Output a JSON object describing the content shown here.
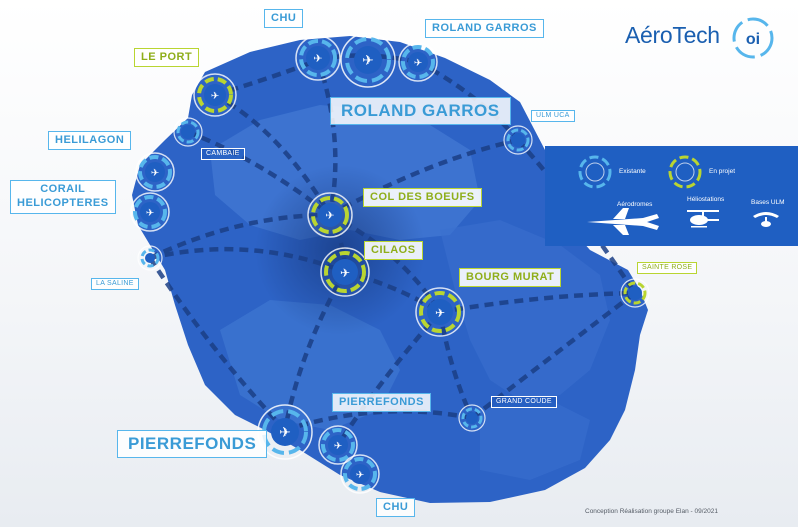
{
  "logo": {
    "text": "AéroTech",
    "mark": "oi"
  },
  "legend": {
    "existant": "Existante",
    "en_projet": "En projet",
    "aerodromes": "Aérodromes",
    "heliports": "Héliostations",
    "ulm": "Bases ULM"
  },
  "labels": {
    "chu_north": "CHU",
    "roland_garros_small": "ROLAND GARROS",
    "roland_garros_big": "ROLAND GARROS",
    "le_port": "LE PORT",
    "helilagon": "HELILAGON",
    "cambaie": "CAMBAIE",
    "corail_line1": "CORAIL",
    "corail_line2": "HELICOPTERES",
    "la_saline": "LA SALINE",
    "ulm_uca": "ULM UCA",
    "col_des_boeufs": "COL DES BOEUFS",
    "cilaos": "CILAOS",
    "bourg_murat": "BOURG MURAT",
    "sainte_rose": "SAINTE ROSE",
    "pierrefonds_small": "PIERREFONDS",
    "pierrefonds_big": "PIERREFONDS",
    "grand_coude": "GRAND COUDE",
    "chu_south": "CHU"
  },
  "credit": "Conception Réalisation groupe Elan - 09/2021",
  "colors": {
    "island": "#2d63c6",
    "island_light": "#4a82d8",
    "existing": "#57b6ec",
    "project": "#b9d531",
    "route": "#1b3f86",
    "legend_bg": "#1f5fc2"
  },
  "sites": [
    {
      "name": "CHU (nord)",
      "status": "existing",
      "kind": "heliport"
    },
    {
      "name": "Roland Garros",
      "status": "existing",
      "kind": "aerodrome"
    },
    {
      "name": "Le Port",
      "status": "project",
      "kind": "heliport"
    },
    {
      "name": "Cambaie",
      "status": "existing",
      "kind": "heliport"
    },
    {
      "name": "Helilagon",
      "status": "existing",
      "kind": "heliport"
    },
    {
      "name": "Corail Helicopteres",
      "status": "existing",
      "kind": "heliport"
    },
    {
      "name": "La Saline",
      "status": "existing",
      "kind": "ulm"
    },
    {
      "name": "ULM UCA",
      "status": "existing",
      "kind": "ulm"
    },
    {
      "name": "Col des Boeufs",
      "status": "project",
      "kind": "heliport"
    },
    {
      "name": "Cilaos",
      "status": "project",
      "kind": "heliport"
    },
    {
      "name": "Bourg Murat",
      "status": "project",
      "kind": "heliport"
    },
    {
      "name": "Sainte Rose",
      "status": "project",
      "kind": "ulm"
    },
    {
      "name": "Pierrefonds",
      "status": "existing",
      "kind": "aerodrome"
    },
    {
      "name": "Grand Coude",
      "status": "existing",
      "kind": "ulm"
    },
    {
      "name": "CHU (sud)",
      "status": "existing",
      "kind": "heliport"
    }
  ]
}
